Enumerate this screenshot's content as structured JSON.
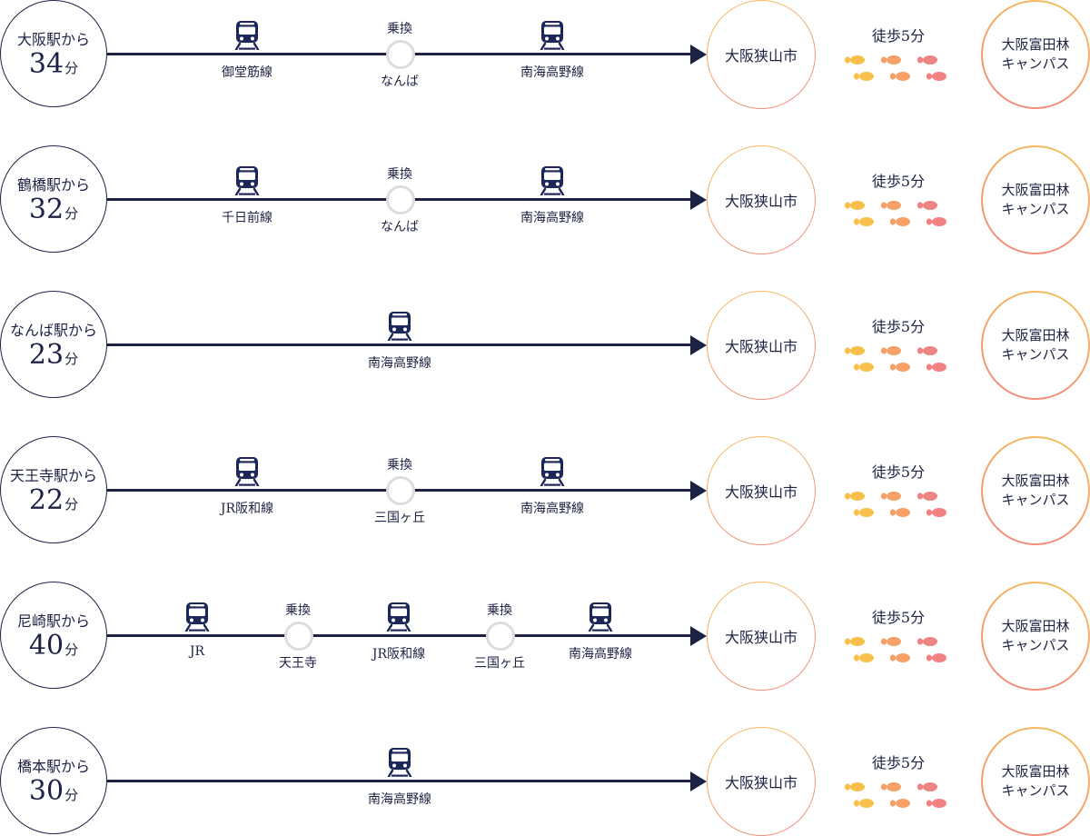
{
  "colors": {
    "line": "#1d2244",
    "train": "#1b2857",
    "transfer_circle": "#dcdcdc",
    "gradient_start": "#f7c15a",
    "gradient_end": "#f5867e",
    "footprint_yellow": "#f6c04a",
    "footprint_orange": "#f4a068",
    "footprint_pink": "#f08282"
  },
  "icons": {
    "train": "train-icon",
    "footprints": "footprints-icon"
  },
  "common": {
    "transfer_label": "乗換",
    "minute_unit": "分",
    "station": "大阪狭山市",
    "walk": "徒歩5分",
    "campus_line1": "大阪富田林",
    "campus_line2": "キャンパス"
  },
  "routes": [
    {
      "origin": "大阪駅から",
      "minutes": "34",
      "segments": [
        {
          "type": "line",
          "name": "御堂筋線"
        },
        {
          "type": "transfer",
          "station": "なんば"
        },
        {
          "type": "line",
          "name": "南海高野線"
        }
      ]
    },
    {
      "origin": "鶴橋駅から",
      "minutes": "32",
      "segments": [
        {
          "type": "line",
          "name": "千日前線"
        },
        {
          "type": "transfer",
          "station": "なんば"
        },
        {
          "type": "line",
          "name": "南海高野線"
        }
      ]
    },
    {
      "origin": "なんば駅から",
      "minutes": "23",
      "segments": [
        {
          "type": "line",
          "name": "南海高野線"
        }
      ]
    },
    {
      "origin": "天王寺駅から",
      "minutes": "22",
      "segments": [
        {
          "type": "line",
          "name": "JR阪和線"
        },
        {
          "type": "transfer",
          "station": "三国ヶ丘"
        },
        {
          "type": "line",
          "name": "南海高野線"
        }
      ]
    },
    {
      "origin": "尼崎駅から",
      "minutes": "40",
      "segments": [
        {
          "type": "line",
          "name": "JR"
        },
        {
          "type": "transfer",
          "station": "天王寺"
        },
        {
          "type": "line",
          "name": "JR阪和線"
        },
        {
          "type": "transfer",
          "station": "三国ヶ丘"
        },
        {
          "type": "line",
          "name": "南海高野線"
        }
      ]
    },
    {
      "origin": "橋本駅から",
      "minutes": "30",
      "segments": [
        {
          "type": "line",
          "name": "南海高野線"
        }
      ]
    }
  ]
}
